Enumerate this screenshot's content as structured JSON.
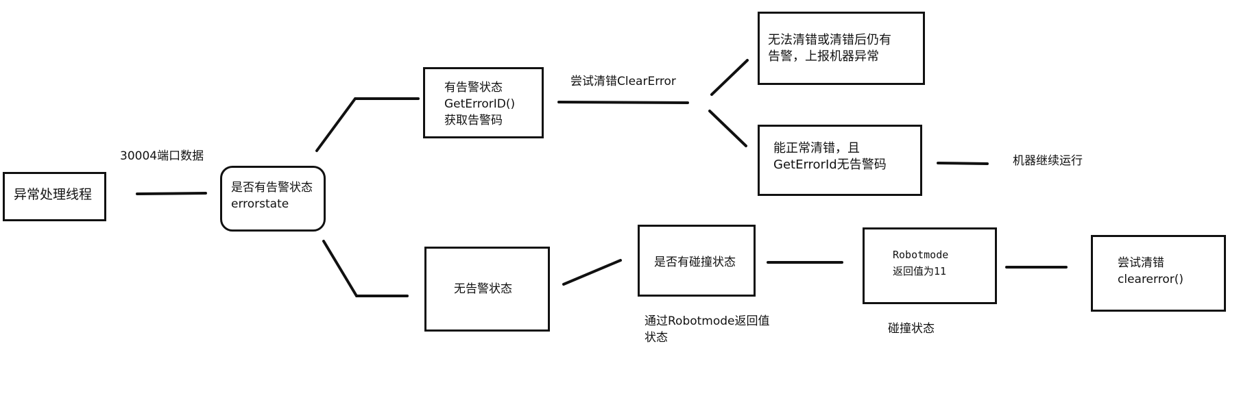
{
  "nodes": {
    "exception_thread": "异常处理线程",
    "alarm_check": "是否有告警状态\nerrorstate",
    "has_alarm": "有告警状态\nGetErrorID()\n获取告警码",
    "no_alarm": "无告警状态",
    "clear_fail": "无法清错或清错后仍有\n告警，上报机器异常",
    "clear_ok": "能正常清错，且\nGetErrorId无告警码",
    "collision_check": "是否有碰撞状态",
    "robotmode_value": "Robotmode\n返回值为11",
    "try_clear": "尝试清错\nclearerror()"
  },
  "labels": {
    "port_data": "30004端口数据",
    "try_clear_error": "尝试清错ClearError",
    "machine_continue": "机器继续运行",
    "via_robotmode": "通过Robotmode返回值\n状态",
    "collision_state": "碰撞状态"
  }
}
